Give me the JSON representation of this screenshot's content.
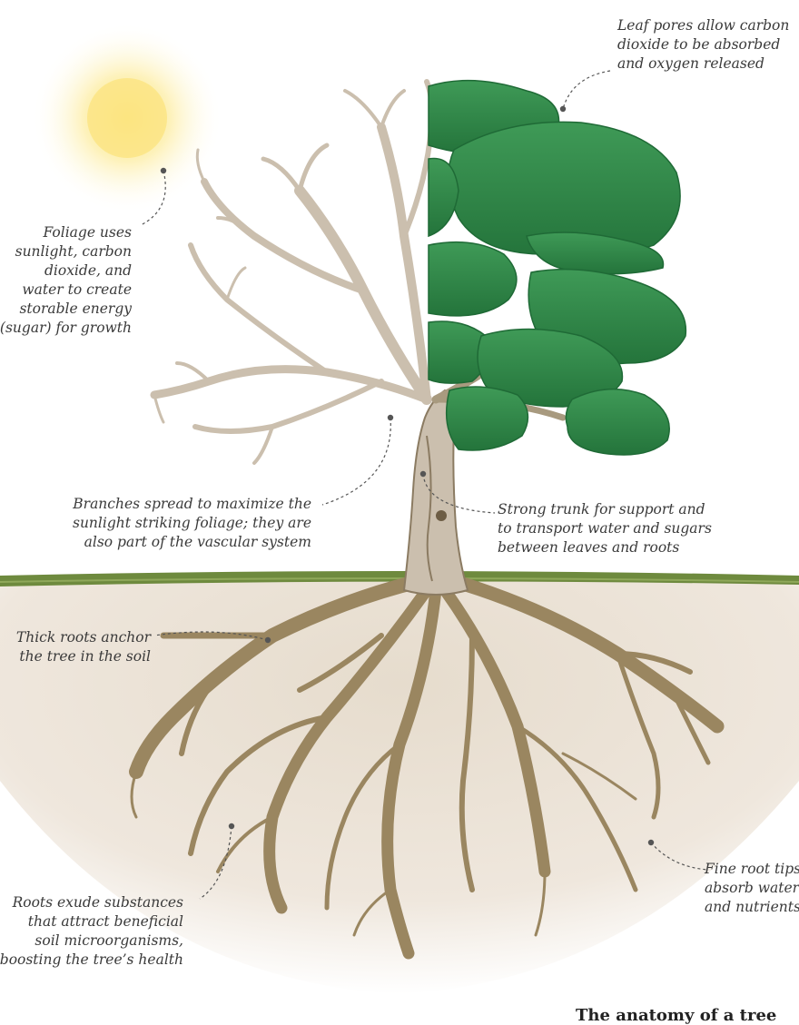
{
  "annotations": {
    "foliage": [
      "Foliage uses",
      "sunlight, carbon",
      "dioxide, and",
      "water to create",
      "storable energy",
      "(sugar) for growth"
    ],
    "leaf_pores": [
      "Leaf pores allow carbon",
      "dioxide to be absorbed",
      "and oxygen released"
    ],
    "branches": [
      "Branches spread to maximize the",
      "sunlight striking foliage; they are",
      "also part of the vascular system"
    ],
    "trunk": [
      "Strong trunk for support and",
      "to transport water and sugars",
      "between leaves and roots"
    ],
    "thick_roots": [
      "Thick roots anchor",
      "the tree in the soil"
    ],
    "root_exudates": [
      "Roots exude substances",
      "that attract beneficial",
      "soil microorganisms,",
      "boosting the tree’s health"
    ],
    "fine_roots": [
      "Fine root tips",
      "absorb water",
      "and nutrients"
    ]
  },
  "caption": "The anatomy of a tree",
  "colors": {
    "sun": "#fde98a",
    "foliage": "#2e8a49",
    "bark": "#cbbfae",
    "root": "#9a8660",
    "grass": "#6e8a3e",
    "soil": "#e9dfd2",
    "text": "#3a3a3a"
  }
}
